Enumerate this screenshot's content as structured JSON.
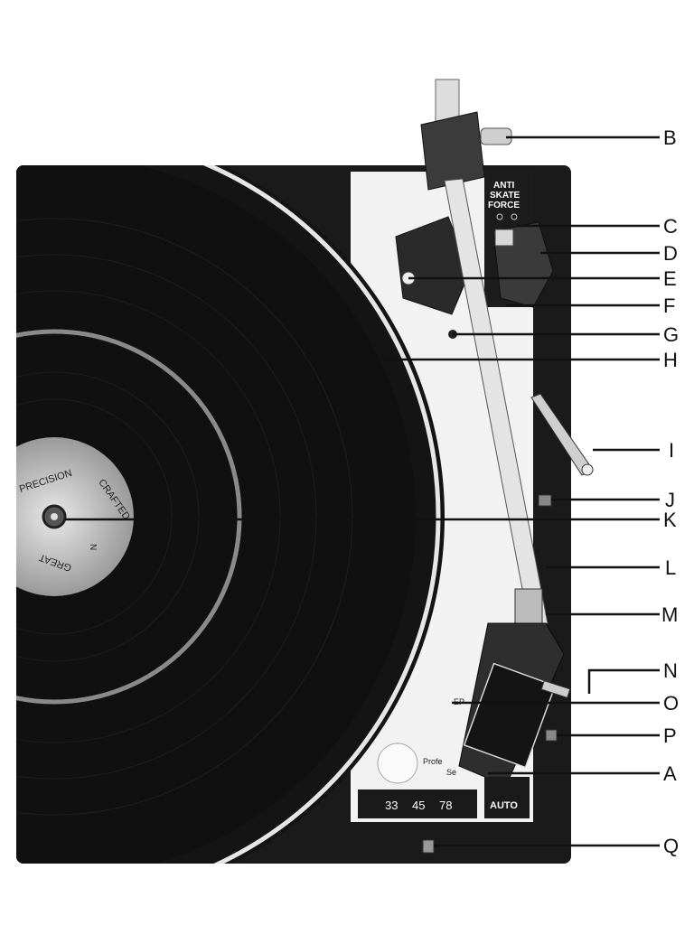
{
  "figure": {
    "description_labels": {
      "label_text": [
        "PRECISION",
        "CRAFTED",
        "N",
        "GREAT"
      ],
      "anti_skate_lines": [
        "ANTI",
        "SKATE",
        "FORCE"
      ],
      "speeds": [
        "33",
        "45",
        "78"
      ],
      "auto_label": "AUTO",
      "ep_label": "EP",
      "brand_fragment_1": "Profe",
      "brand_fragment_2": "Se"
    },
    "callouts": [
      {
        "letter": "B"
      },
      {
        "letter": "C"
      },
      {
        "letter": "D"
      },
      {
        "letter": "E"
      },
      {
        "letter": "F"
      },
      {
        "letter": "G"
      },
      {
        "letter": "H"
      },
      {
        "letter": "I"
      },
      {
        "letter": "J"
      },
      {
        "letter": "K"
      },
      {
        "letter": "L"
      },
      {
        "letter": "M"
      },
      {
        "letter": "N"
      },
      {
        "letter": "O"
      },
      {
        "letter": "P"
      },
      {
        "letter": "A"
      },
      {
        "letter": "Q"
      }
    ]
  }
}
